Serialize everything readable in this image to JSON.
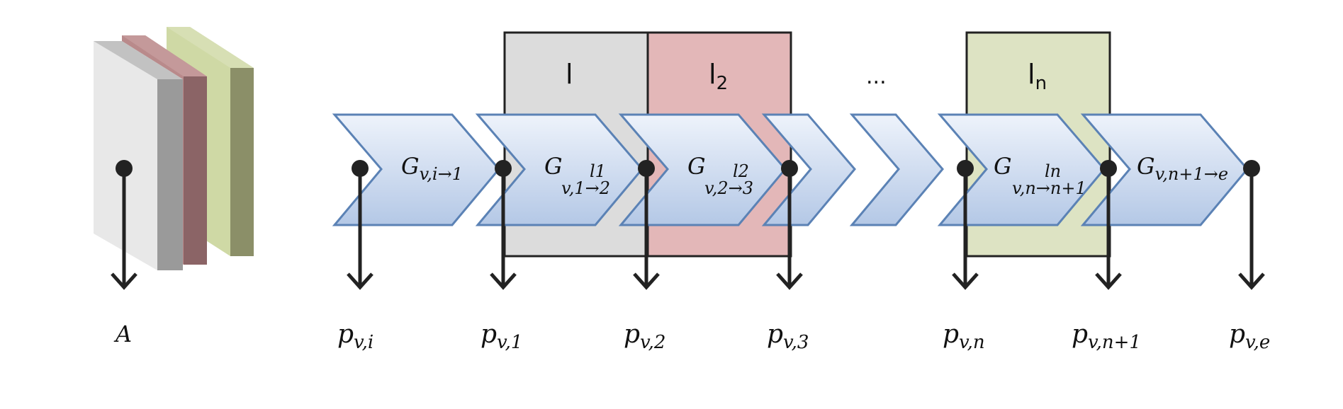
{
  "stack_label": "A",
  "layer_labels": {
    "l1": "l",
    "l2_main": "l",
    "l2_sub": "2",
    "ln_main": "l",
    "ln_sub": "n",
    "ellipsis": "..."
  },
  "colors": {
    "layer1": "#dcdcdc",
    "layer2": "#e3b7b8",
    "layern": "#dde3c3",
    "chevron_top": "#eef3fb",
    "chevron_bottom": "#b8cbe8",
    "chevron_stroke": "#5b82b5"
  },
  "chevrons": [
    {
      "G": "G",
      "sub": "v,i→1",
      "sup": ""
    },
    {
      "G": "G",
      "sub": "v,1→2",
      "sup": "l1"
    },
    {
      "G": "G",
      "sub": "v,2→3",
      "sup": "l2"
    },
    {
      "G": "",
      "sub": "",
      "sup": ""
    },
    {
      "G": "",
      "sub": "",
      "sup": ""
    },
    {
      "G": "G",
      "sub": "v,n→n+1",
      "sup": "ln"
    },
    {
      "G": "G",
      "sub": "v,n+1→e",
      "sup": ""
    }
  ],
  "points": [
    {
      "p": "p",
      "sub": "v,i"
    },
    {
      "p": "p",
      "sub": "v,1"
    },
    {
      "p": "p",
      "sub": "v,2"
    },
    {
      "p": "p",
      "sub": "v,3"
    },
    {
      "p": "p",
      "sub": "v,n"
    },
    {
      "p": "p",
      "sub": "v,n+1"
    },
    {
      "p": "p",
      "sub": "v,e"
    }
  ]
}
